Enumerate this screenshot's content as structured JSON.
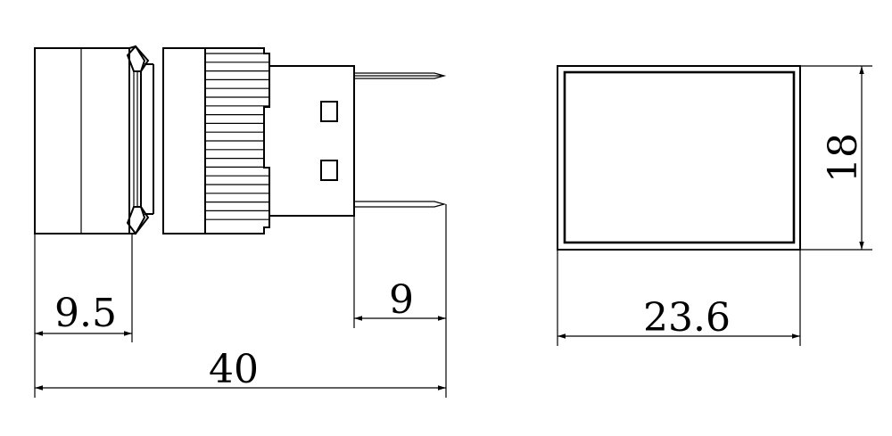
{
  "dimensions": {
    "bezel_depth": "9.5",
    "pin_length": "9",
    "total_length": "40",
    "face_width": "23.6",
    "face_height": "18"
  },
  "colors": {
    "line": "#000000",
    "background": "#ffffff"
  }
}
